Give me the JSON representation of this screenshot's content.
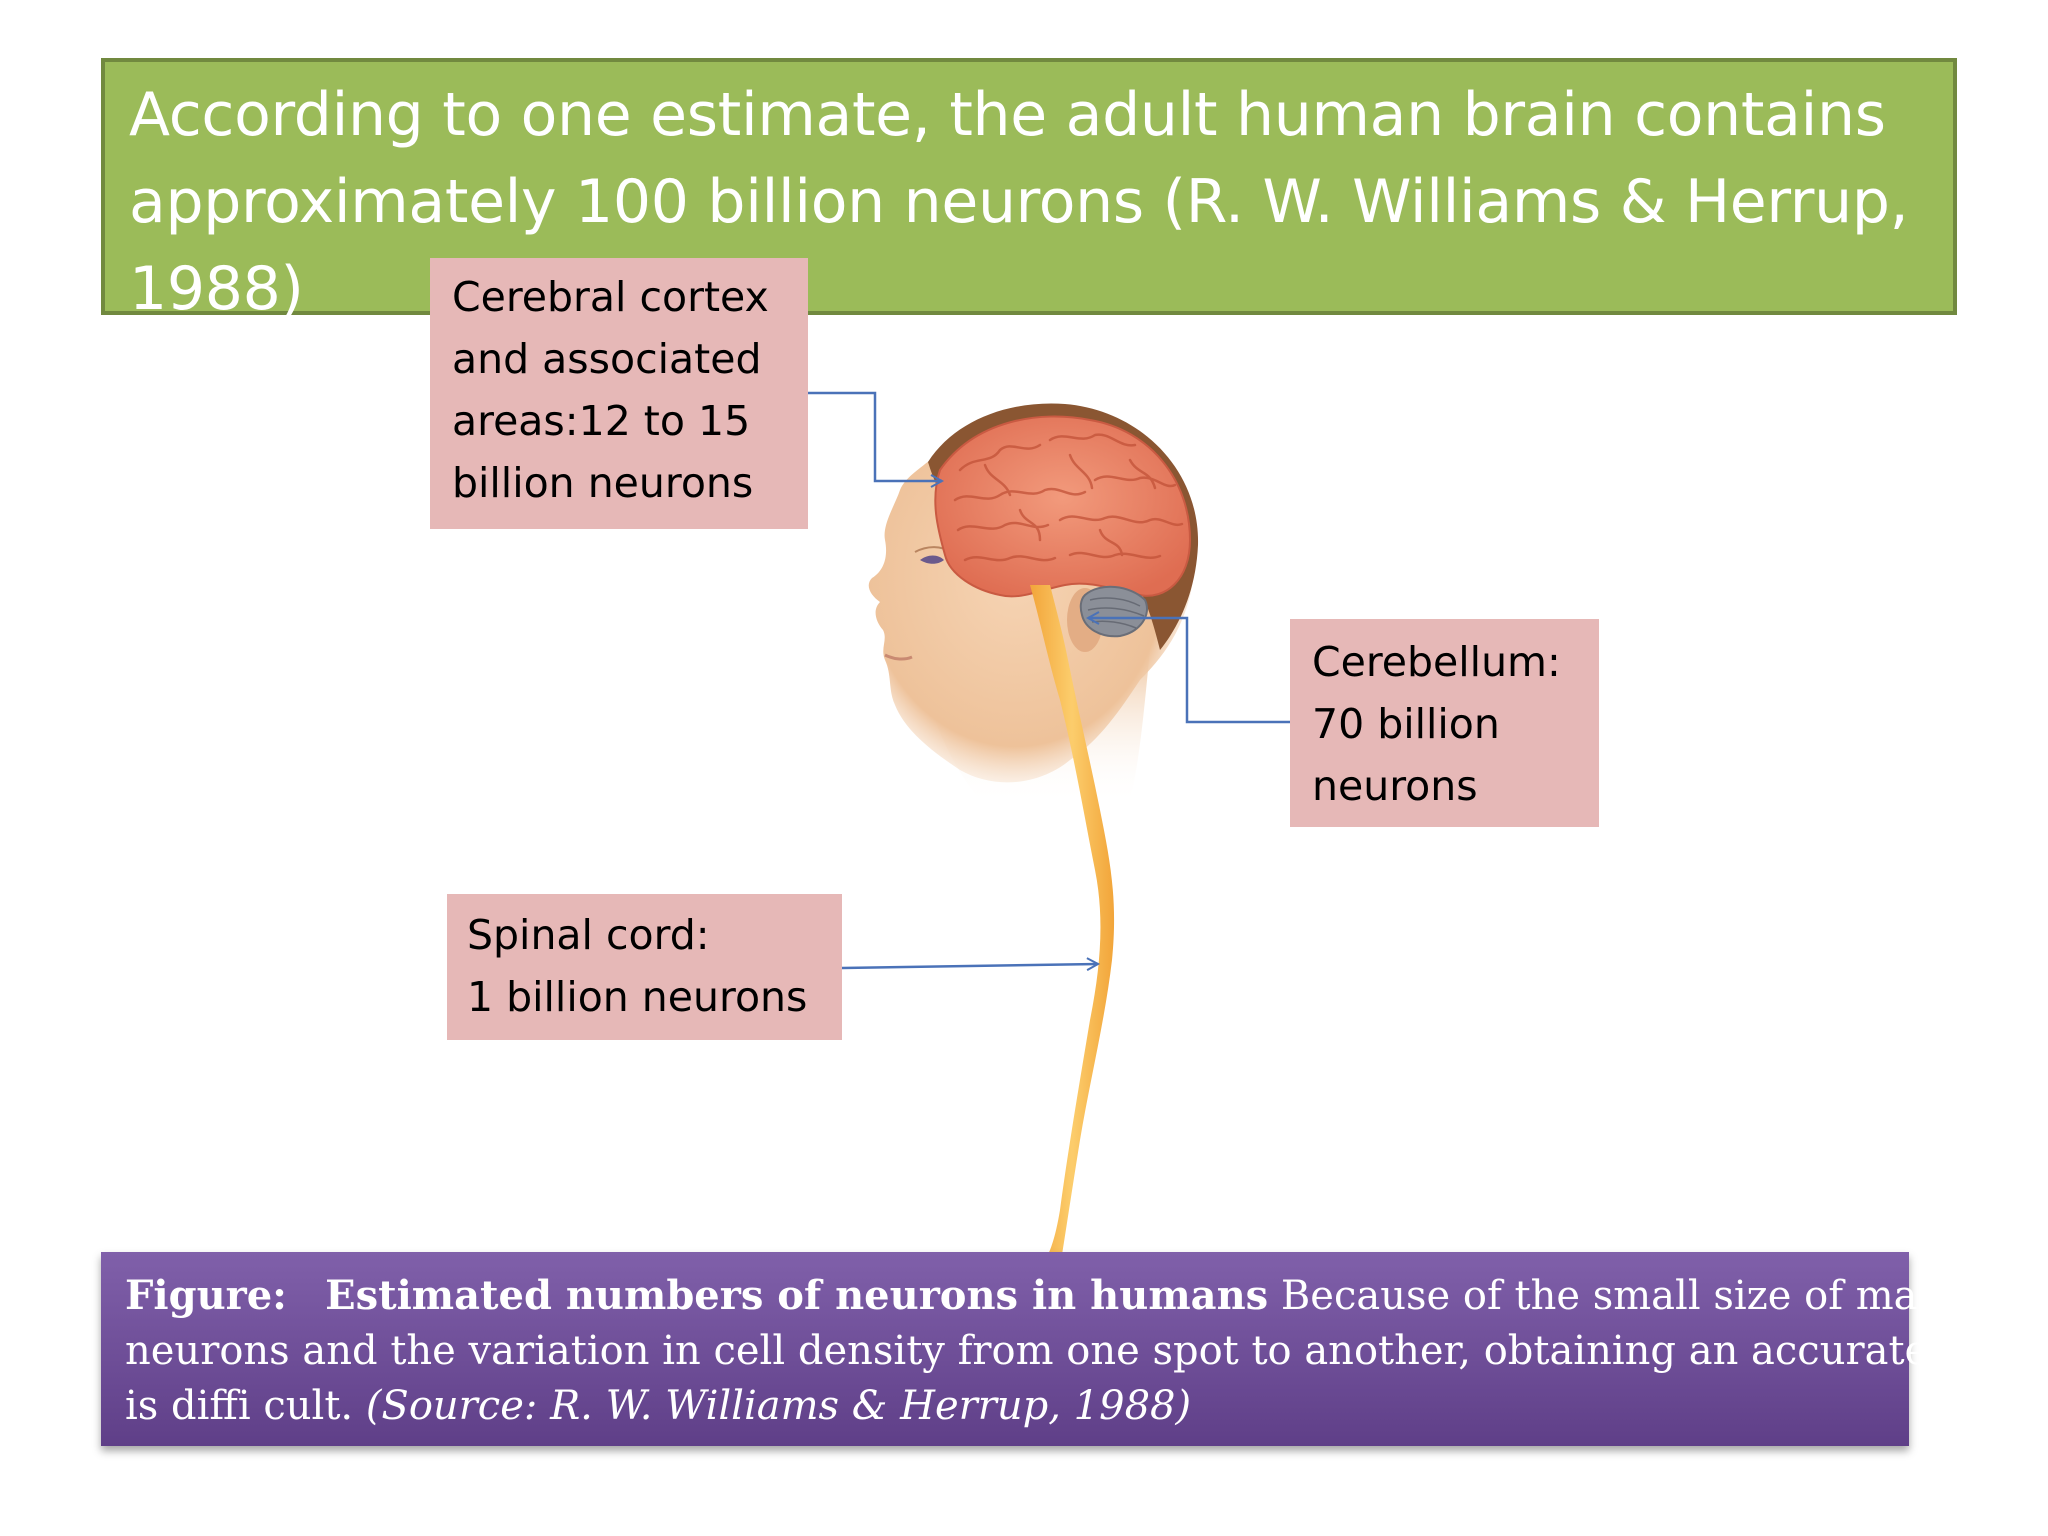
{
  "title": {
    "lines": [
      "According to one estimate, the adult human brain contains",
      "approximately 100 billion neurons (R. W. Williams & Herrup,",
      "1988)"
    ]
  },
  "callouts": {
    "cortex": {
      "lines": [
        "Cerebral cortex",
        "and associated",
        "areas:12 to 15",
        "billion neurons"
      ]
    },
    "cerebellum": {
      "lines": [
        "Cerebellum:",
        "70 billion",
        "neurons"
      ]
    },
    "spinal_cord": {
      "lines": [
        "Spinal cord:",
        "1 billion neurons"
      ]
    }
  },
  "caption": {
    "label": "Figure:",
    "heading": "Estimated numbers of neurons in humans",
    "text_line1": " Because of the small size of many",
    "text_line2": "neurons and the variation in cell density from one spot to another, obtaining an accurate count",
    "text_line3": "is diffi cult. ",
    "source": "(Source: R. W. Williams & Herrup, 1988)"
  },
  "colors": {
    "title_bg": "#9bbb59",
    "title_border": "#71893f",
    "callout_bg": "#e6b8b7",
    "caption_bg": "#7a5aa3",
    "leader_line": "#4a72b8",
    "brain": "#e88a6c",
    "spinal_cord": "#f7b750"
  },
  "icons": {
    "figure": "head-brain-spinal-cord-illustration"
  }
}
